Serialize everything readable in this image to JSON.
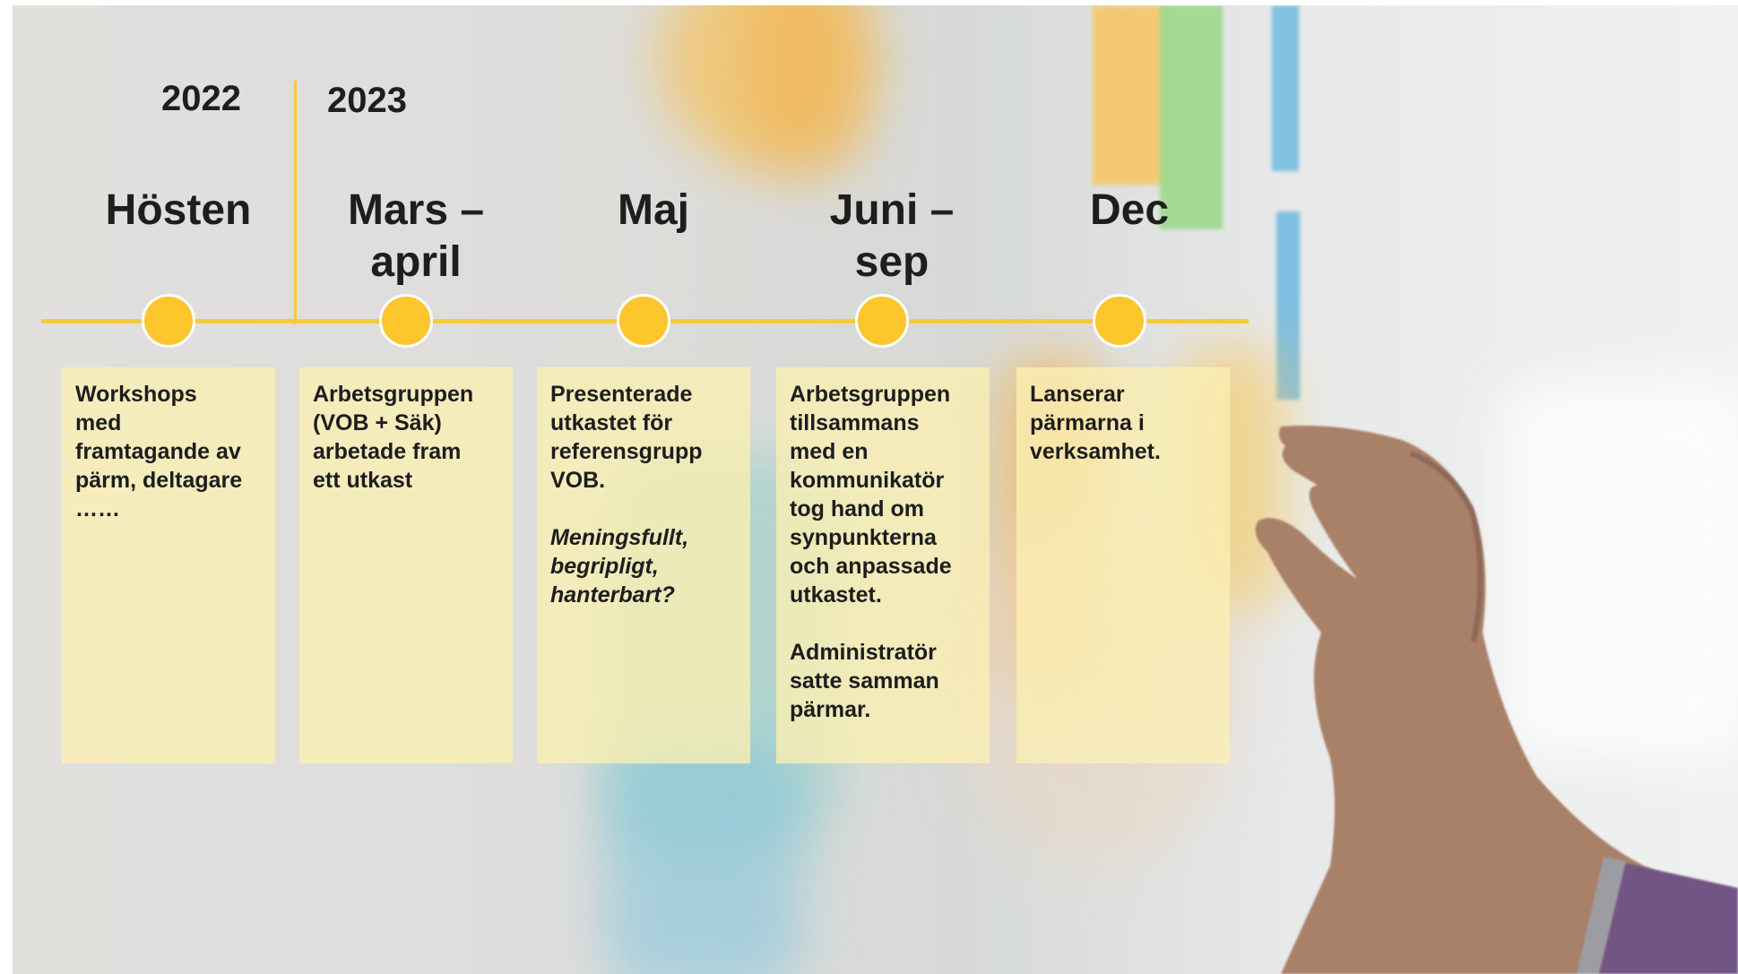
{
  "years": [
    {
      "id": "year-2022",
      "label": "2022"
    },
    {
      "id": "year-2023",
      "label": "2023"
    }
  ],
  "periods": [
    "Hösten",
    "Mars –\napril",
    "Maj",
    "Juni –\nsep",
    "Dec"
  ],
  "cards": [
    {
      "text": "Workshops\nmed\nframtagande av\npärm, deltagare\n……"
    },
    {
      "text": "Arbetsgruppen\n(VOB + Säk)\narbetade fram\nett utkast"
    },
    {
      "text": "Presenterade\nutkastet för\nreferensgrupp\nVOB.",
      "italic": "Meningsfullt,\nbegripligt,\nhanterbart?"
    },
    {
      "text": "Arbetsgruppen\ntillsammans\nmed en\nkommunikatör\ntog hand om\nsynpunkterna\noch anpassade\nutkastet.",
      "extra": "Administratör\nsatte samman\npärmar."
    },
    {
      "text": "Lanserar\npärmarna i\nverksamhet."
    }
  ],
  "colors": {
    "accent": "#fcc62c",
    "line": "#f9c93c",
    "card": "#fbf0b2"
  }
}
